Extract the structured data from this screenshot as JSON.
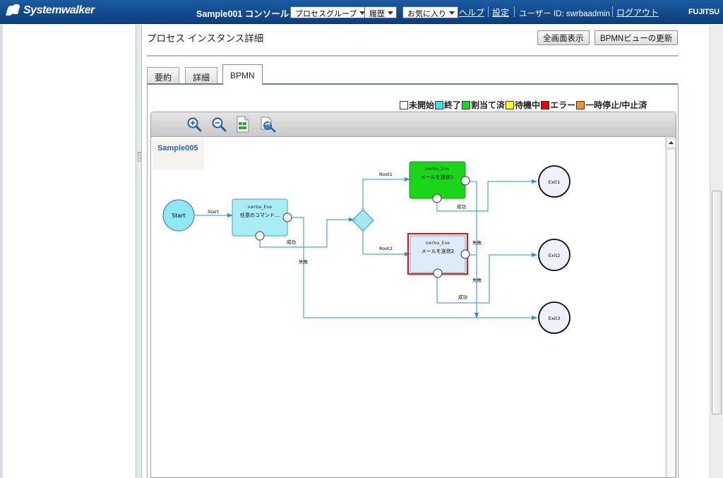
{
  "header": {
    "brand": "Systemwalker",
    "console_title": "Sample001 コンソール",
    "menus": [
      "プロセスグループ",
      "履歴",
      "お気に入り"
    ],
    "links": [
      "ヘルプ",
      "設定"
    ],
    "user_label": "ユーザー ID: swrbaadmin",
    "logout": "ログアウト",
    "vendor": "FUJITSU"
  },
  "page": {
    "title": "プロセス インスタンス詳細",
    "buttons": [
      "全画面表示",
      "BPMNビューの更新"
    ]
  },
  "tabs": [
    {
      "label": "要約",
      "active": false
    },
    {
      "label": "詳細",
      "active": false
    },
    {
      "label": "BPMN",
      "active": true
    }
  ],
  "legend": [
    {
      "label": "未開始",
      "color": "#ffffff"
    },
    {
      "label": "終了",
      "color": "#33e5ee"
    },
    {
      "label": "割当て済",
      "color": "#19d619"
    },
    {
      "label": "待機中",
      "color": "#ffff00"
    },
    {
      "label": "エラー",
      "color": "#ee0000"
    },
    {
      "label": "一時停止/中止済",
      "color": "#f5902a"
    }
  ],
  "toolbar_icons": [
    "zoom-in-icon",
    "zoom-out-icon",
    "export-image-icon",
    "refresh-view-icon"
  ],
  "diagram": {
    "process_name": "Sample005",
    "start_label": "Start",
    "tasks": [
      {
        "role": "swrba_Exe",
        "name": "任意のコマンド…",
        "state": "completed",
        "color": "#a8ecf4"
      },
      {
        "role": "swrba_Exe",
        "name": "メールを送信1",
        "state": "assigned",
        "color": "#19d619"
      },
      {
        "role": "swrba_Exe",
        "name": "メールを送信2",
        "state": "not-started",
        "color": "#dcecf8"
      }
    ],
    "exits": [
      "Exit1",
      "Exit2",
      "Exit3"
    ],
    "arrow_labels": {
      "start": "Start",
      "route1": "Root1",
      "route2": "Root2",
      "success": "成功",
      "failure": "失敗"
    },
    "colors": {
      "arrow": "#2d8fd6",
      "start_fill": "#8fe8f3",
      "gateway_fill": "#9fe9f2",
      "exit_fill": "#eef0fb",
      "highlight": "#e01b1b"
    }
  }
}
